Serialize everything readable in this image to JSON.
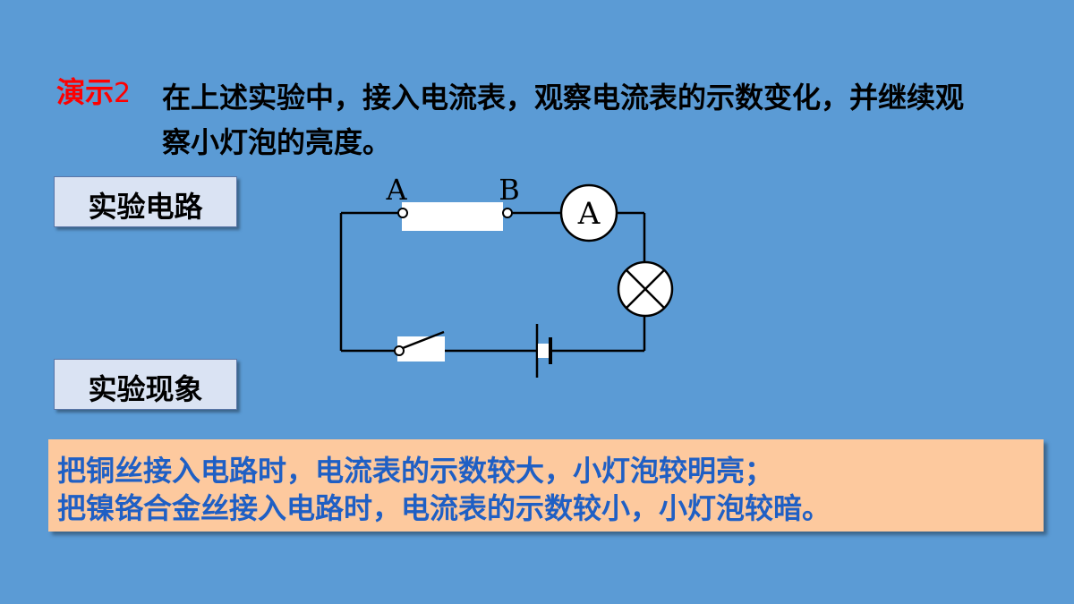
{
  "demo": {
    "label": "演示",
    "number": "2"
  },
  "instruction": "在上述实验中，接入电流表，观察电流表的示数变化，并继续观察小灯泡的亮度。",
  "sections": {
    "circuit": "实验电路",
    "phenomenon": "实验现象"
  },
  "circuit": {
    "terminal_a": "A",
    "terminal_b": "B",
    "ammeter_symbol": "A"
  },
  "results": [
    "把铜丝接入电路时，电流表的示数较大，小灯泡较明亮；",
    "把镍铬合金丝接入电路时，电流表的示数较小，小灯泡较暗。"
  ],
  "colors": {
    "background": "#5b9bd5",
    "demo_label": "#ff0000",
    "result_text": "#1f5fc4",
    "result_background": "#fdc99e"
  }
}
